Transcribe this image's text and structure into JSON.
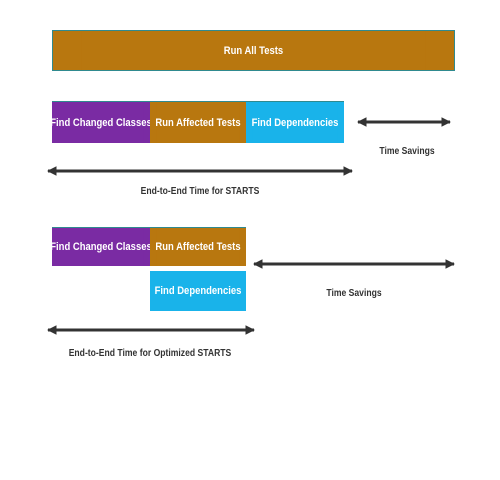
{
  "colors": {
    "run_tests": "#b8770f",
    "changed_classes": "#7a2ba3",
    "dependencies": "#19b3ea",
    "arrow": "#333333"
  },
  "top": {
    "run_all_tests": "Run All Tests"
  },
  "starts": {
    "find_changed_classes": "Find Changed Classes",
    "run_affected_tests": "Run Affected Tests",
    "find_dependencies": "Find Dependencies",
    "time_savings": "Time Savings",
    "end_to_end": "End-to-End Time for STARTS"
  },
  "optimized": {
    "find_changed_classes": "Find Changed Classes",
    "run_affected_tests": "Run Affected Tests",
    "find_dependencies": "Find Dependencies",
    "time_savings": "Time Savings",
    "end_to_end": "End-to-End Time for Optimized STARTS"
  }
}
